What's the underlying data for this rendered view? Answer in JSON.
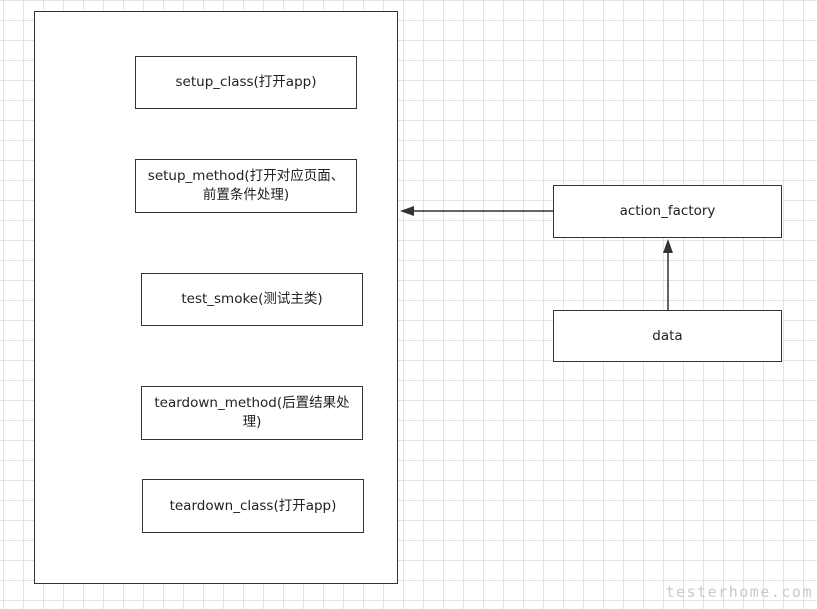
{
  "diagram": {
    "steps": [
      {
        "label": "setup_class(打开app)"
      },
      {
        "label": "setup_method(打开对应页面、前置条件处理)"
      },
      {
        "label": "test_smoke(测试主类)"
      },
      {
        "label": "teardown_method(后置结果处理)"
      },
      {
        "label": "teardown_class(打开app)"
      }
    ],
    "action_factory": "action_factory",
    "data": "data"
  },
  "watermark": "testerhome.com"
}
